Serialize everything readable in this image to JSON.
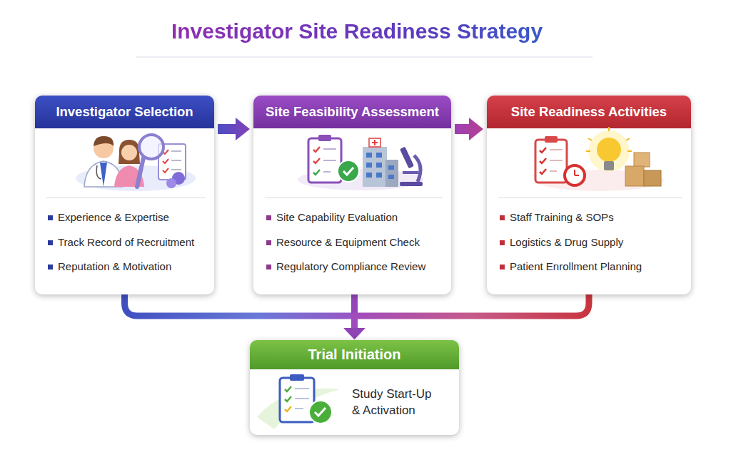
{
  "diagram": {
    "title": "Investigator Site Readiness Strategy",
    "nodes": [
      {
        "text": [
          "Investigator Selection",
          "Experience & Expertise",
          "Track Record of Recruitment",
          "Reputation & Motivation"
        ]
      },
      {
        "text": [
          "Site Feasibility Assessment",
          "Site Capability Evaluation",
          "Resource & Equipment Check",
          "Regulatory Compliance Review"
        ]
      },
      {
        "text": [
          "Site Readiness Activities",
          "Staff Training & SOPs",
          "Logistics & Drug Supply",
          "Patient Enrollment Planning"
        ]
      },
      {
        "text": [
          "Trial Initiation",
          "Study Start-Up & Activation"
        ]
      }
    ],
    "edges": [
      {
        "from": 0,
        "to": 1,
        "arrow": "to"
      },
      {
        "from": 1,
        "to": 2,
        "arrow": "to"
      },
      {
        "from": 0,
        "to": 3,
        "arrow": "to"
      },
      {
        "from": 1,
        "to": 3,
        "arrow": "to"
      },
      {
        "from": 2,
        "to": 3,
        "arrow": "to"
      }
    ]
  }
}
